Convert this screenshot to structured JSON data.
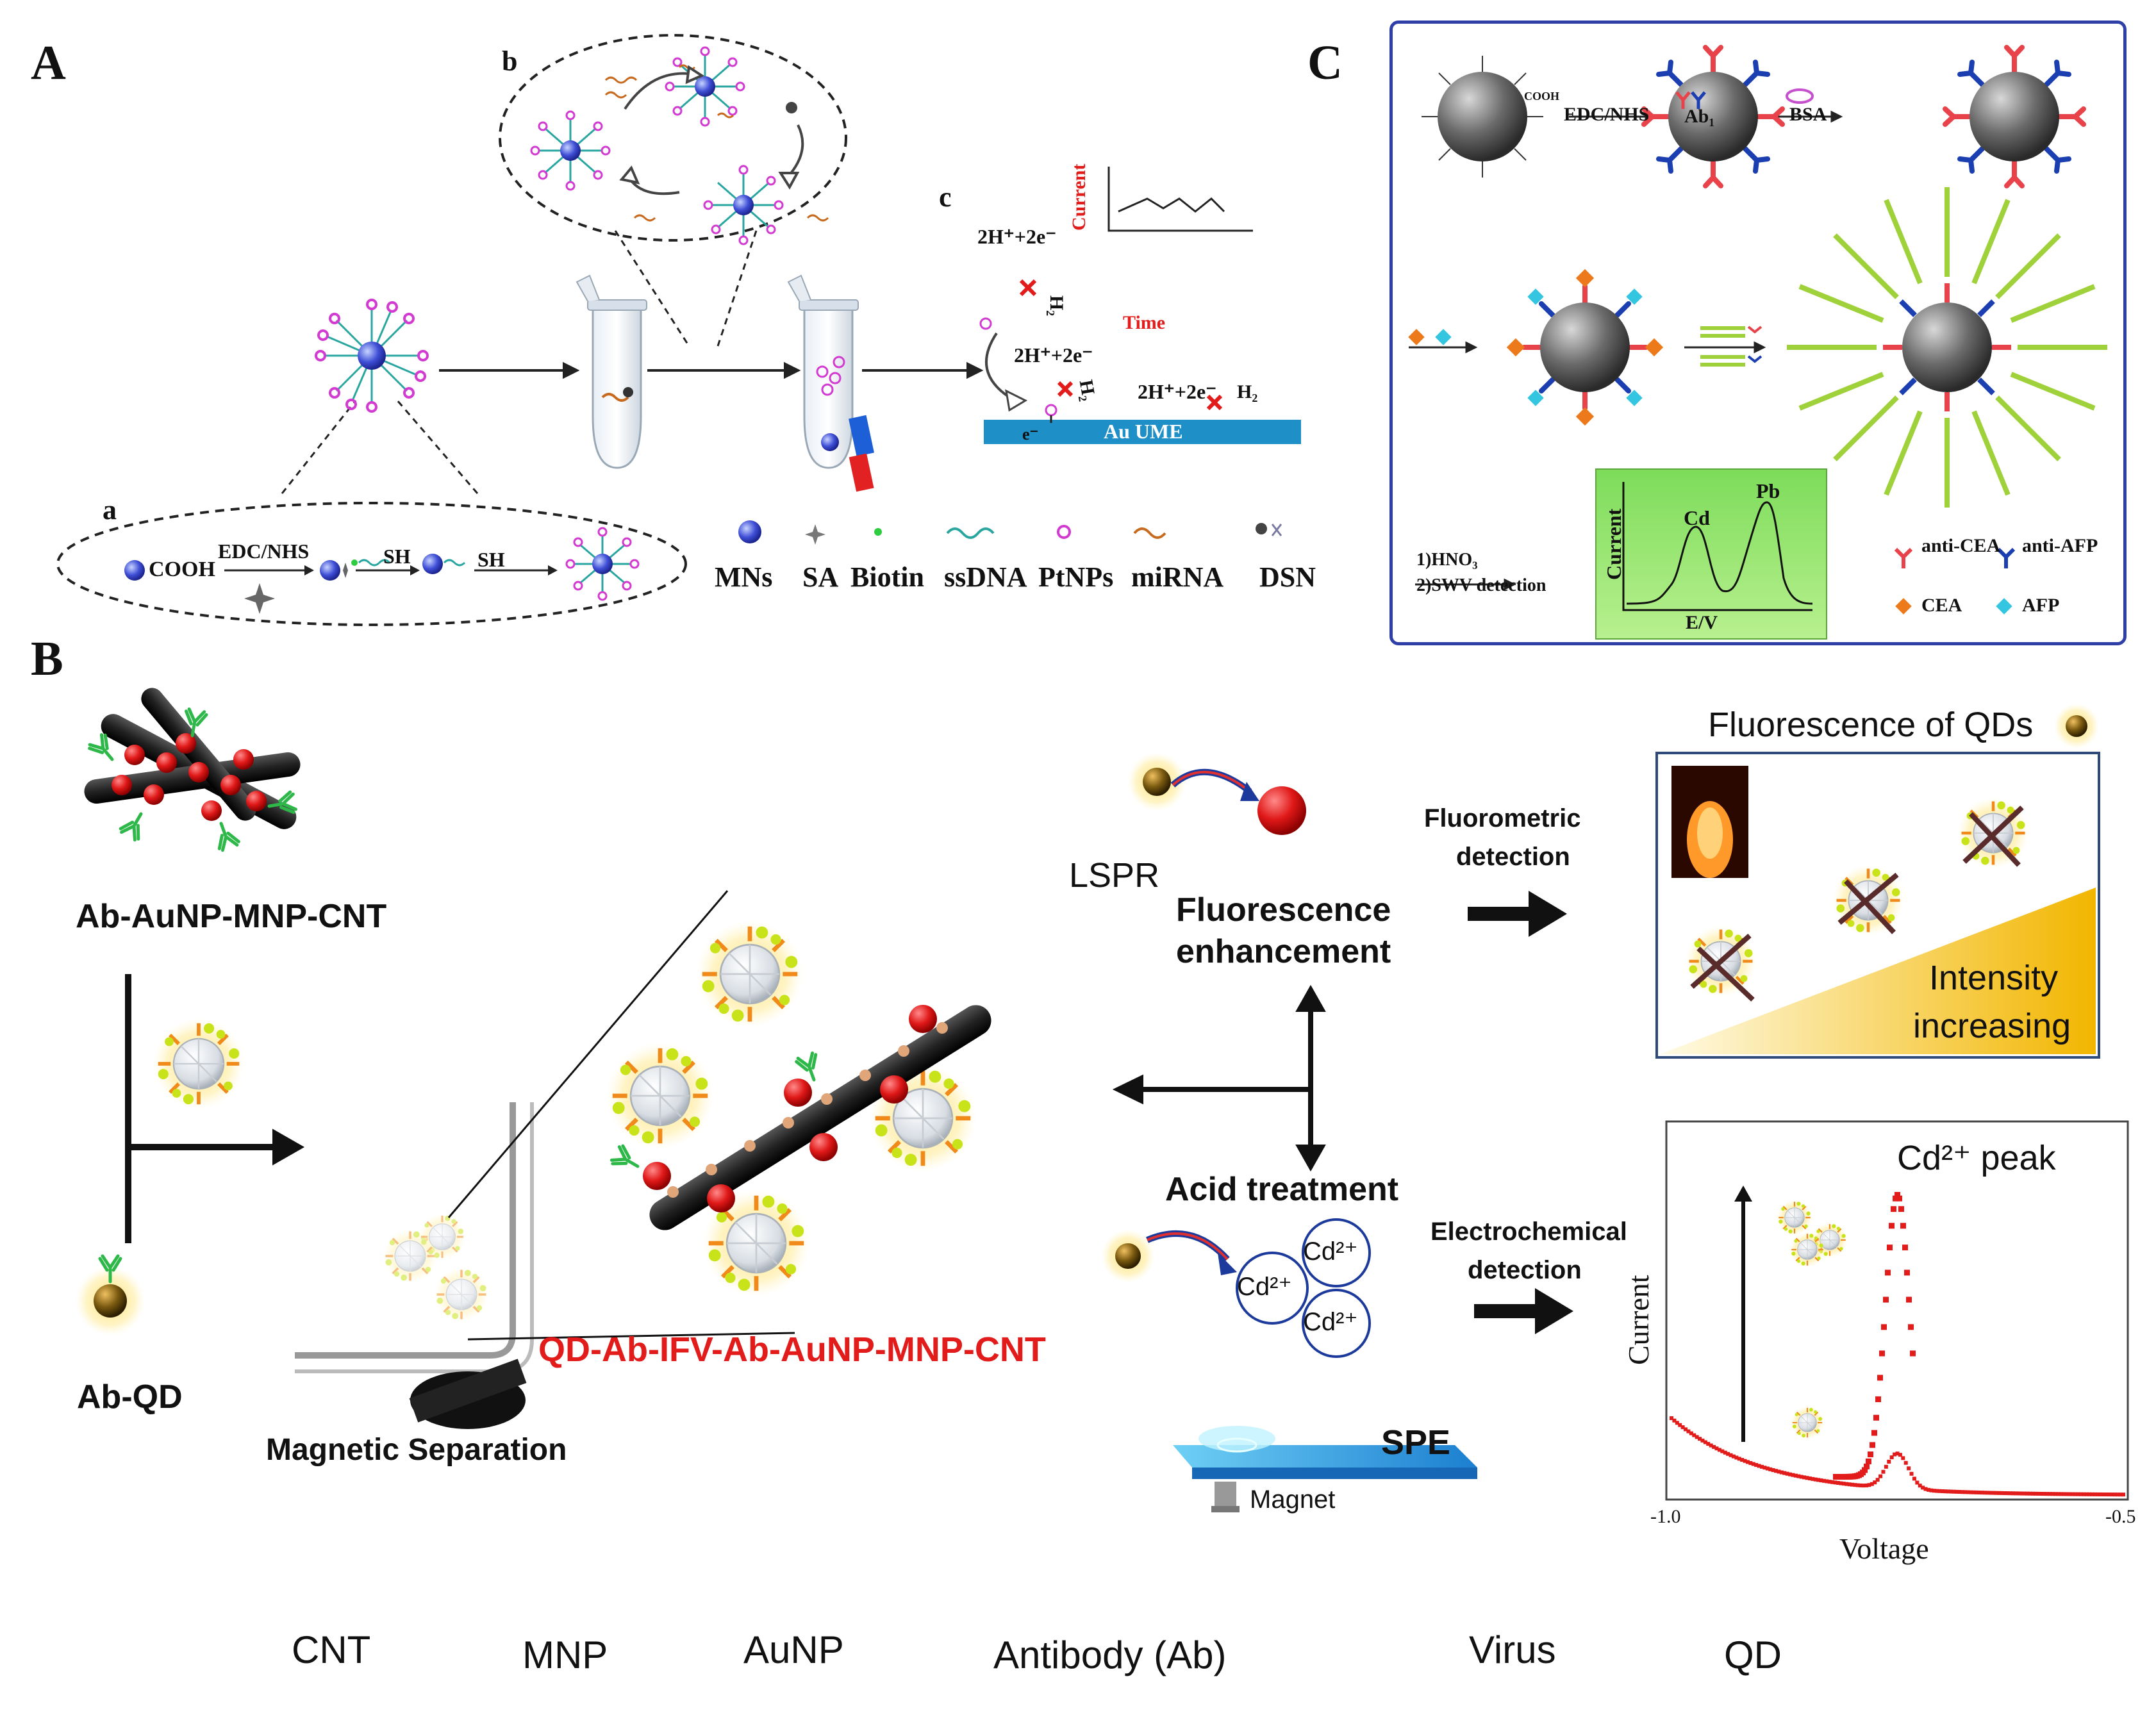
{
  "panels": {
    "A": "A",
    "B": "B",
    "C": "C"
  },
  "panel_a": {
    "sub_a": "a",
    "sub_b": "b",
    "sub_c": "c",
    "cooh": "COOH",
    "edc_nhs": "EDC/NHS",
    "sh1": "SH",
    "sh2": "SH",
    "reaction_top": "2H⁺+2e⁻",
    "reaction_h2_top": "H₂",
    "reaction_mid": "2H⁺+2e⁻",
    "reaction_h2_mid": "H₂",
    "reaction_right": "2H⁺+2e⁻",
    "reaction_h2_right": "H₂",
    "electron": "e⁻",
    "electrode": "Au UME",
    "current_label": "Current",
    "time_label": "Time",
    "legend": [
      "MNs",
      "SA",
      "Biotin",
      "ssDNA",
      "PtNPs",
      "miRNA",
      "DSN"
    ]
  },
  "panel_c": {
    "cooh": "COOH",
    "edc_nhs": "EDC/NHS",
    "ab1": "Ab₁",
    "bsa": "BSA",
    "step1": "1)HNO₃",
    "step2": "2)SWV detection",
    "current": "Current",
    "xaxis": "E/V",
    "peak_cd": "Cd",
    "peak_pb": "Pb",
    "legend_anti_cea": "anti-CEA",
    "legend_anti_afp": "anti-AFP",
    "legend_cea": "CEA",
    "legend_afp": "AFP"
  },
  "panel_b": {
    "ab_aunp_mnp_cnt": "Ab-AuNP-MNP-CNT",
    "ab_qd": "Ab-QD",
    "magnetic_separation": "Magnetic Separation",
    "complex": "QD-Ab-IFV-Ab-AuNP-MNP-CNT",
    "lspr": "LSPR",
    "fluorescence_enhancement_1": "Fluorescence",
    "fluorescence_enhancement_2": "enhancement",
    "fluorometric_1": "Fluorometric",
    "fluorometric_2": "detection",
    "acid_treatment": "Acid treatment",
    "cd_ion": "Cd²⁺",
    "electrochemical_1": "Electrochemical",
    "electrochemical_2": "detection",
    "spe": "SPE",
    "magnet": "Magnet",
    "fluorescence_title": "Fluorescence of QDs",
    "intensity_1": "Intensity",
    "intensity_2": "increasing",
    "cd_peak": "Cd²⁺ peak",
    "current_axis": "Current",
    "voltage_axis": "Voltage",
    "x_tick_left": "-1.0",
    "x_tick_right": "-0.5"
  },
  "legend_bottom": [
    "CNT",
    "MNP",
    "AuNP",
    "Antibody (Ab)",
    "Virus",
    "QD"
  ],
  "colors": {
    "frame_blue": "#2e3fa8",
    "electrode_blue": "#1f8fc7",
    "red_text": "#e21b1b",
    "green_box": "#9be27a",
    "gold": "#e0a800"
  }
}
